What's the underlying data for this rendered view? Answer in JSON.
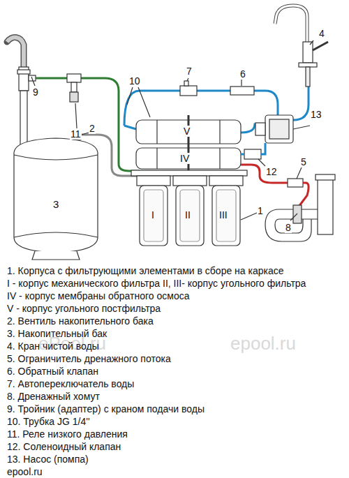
{
  "diagram": {
    "labels": [
      "4",
      "7",
      "6",
      "9",
      "10",
      "13",
      "2",
      "11",
      "V",
      "IV",
      "12",
      "5",
      "1",
      "8",
      "3",
      "I",
      "II",
      "III",
      "1. Корпуса с фильтрующими элементами в сборе на каркасе",
      "I - корпус механического фильтра II, III- корпус угольного фильтра",
      "IV - корпус мембраны обратного осмоса",
      "V - корпус угольного постфильтра",
      "2. Вентиль накопительного бака",
      "3. Накопительный бак",
      "4. Кран чистой воды",
      "5. Ограничитель дренажного потока",
      "6. Обратный клапан",
      "7. Автопереключатель воды",
      "8. Дренажный хомут",
      "9. Тройник (адаптер) с краном подачи воды",
      "10. Трубка JG 1/4''",
      "11. Реле низкого давления",
      "12. Соленоидный клапан",
      "13. Насос (помпа)",
      "epool.ru",
      "ePool.ru",
      "epool.ru"
    ]
  }
}
